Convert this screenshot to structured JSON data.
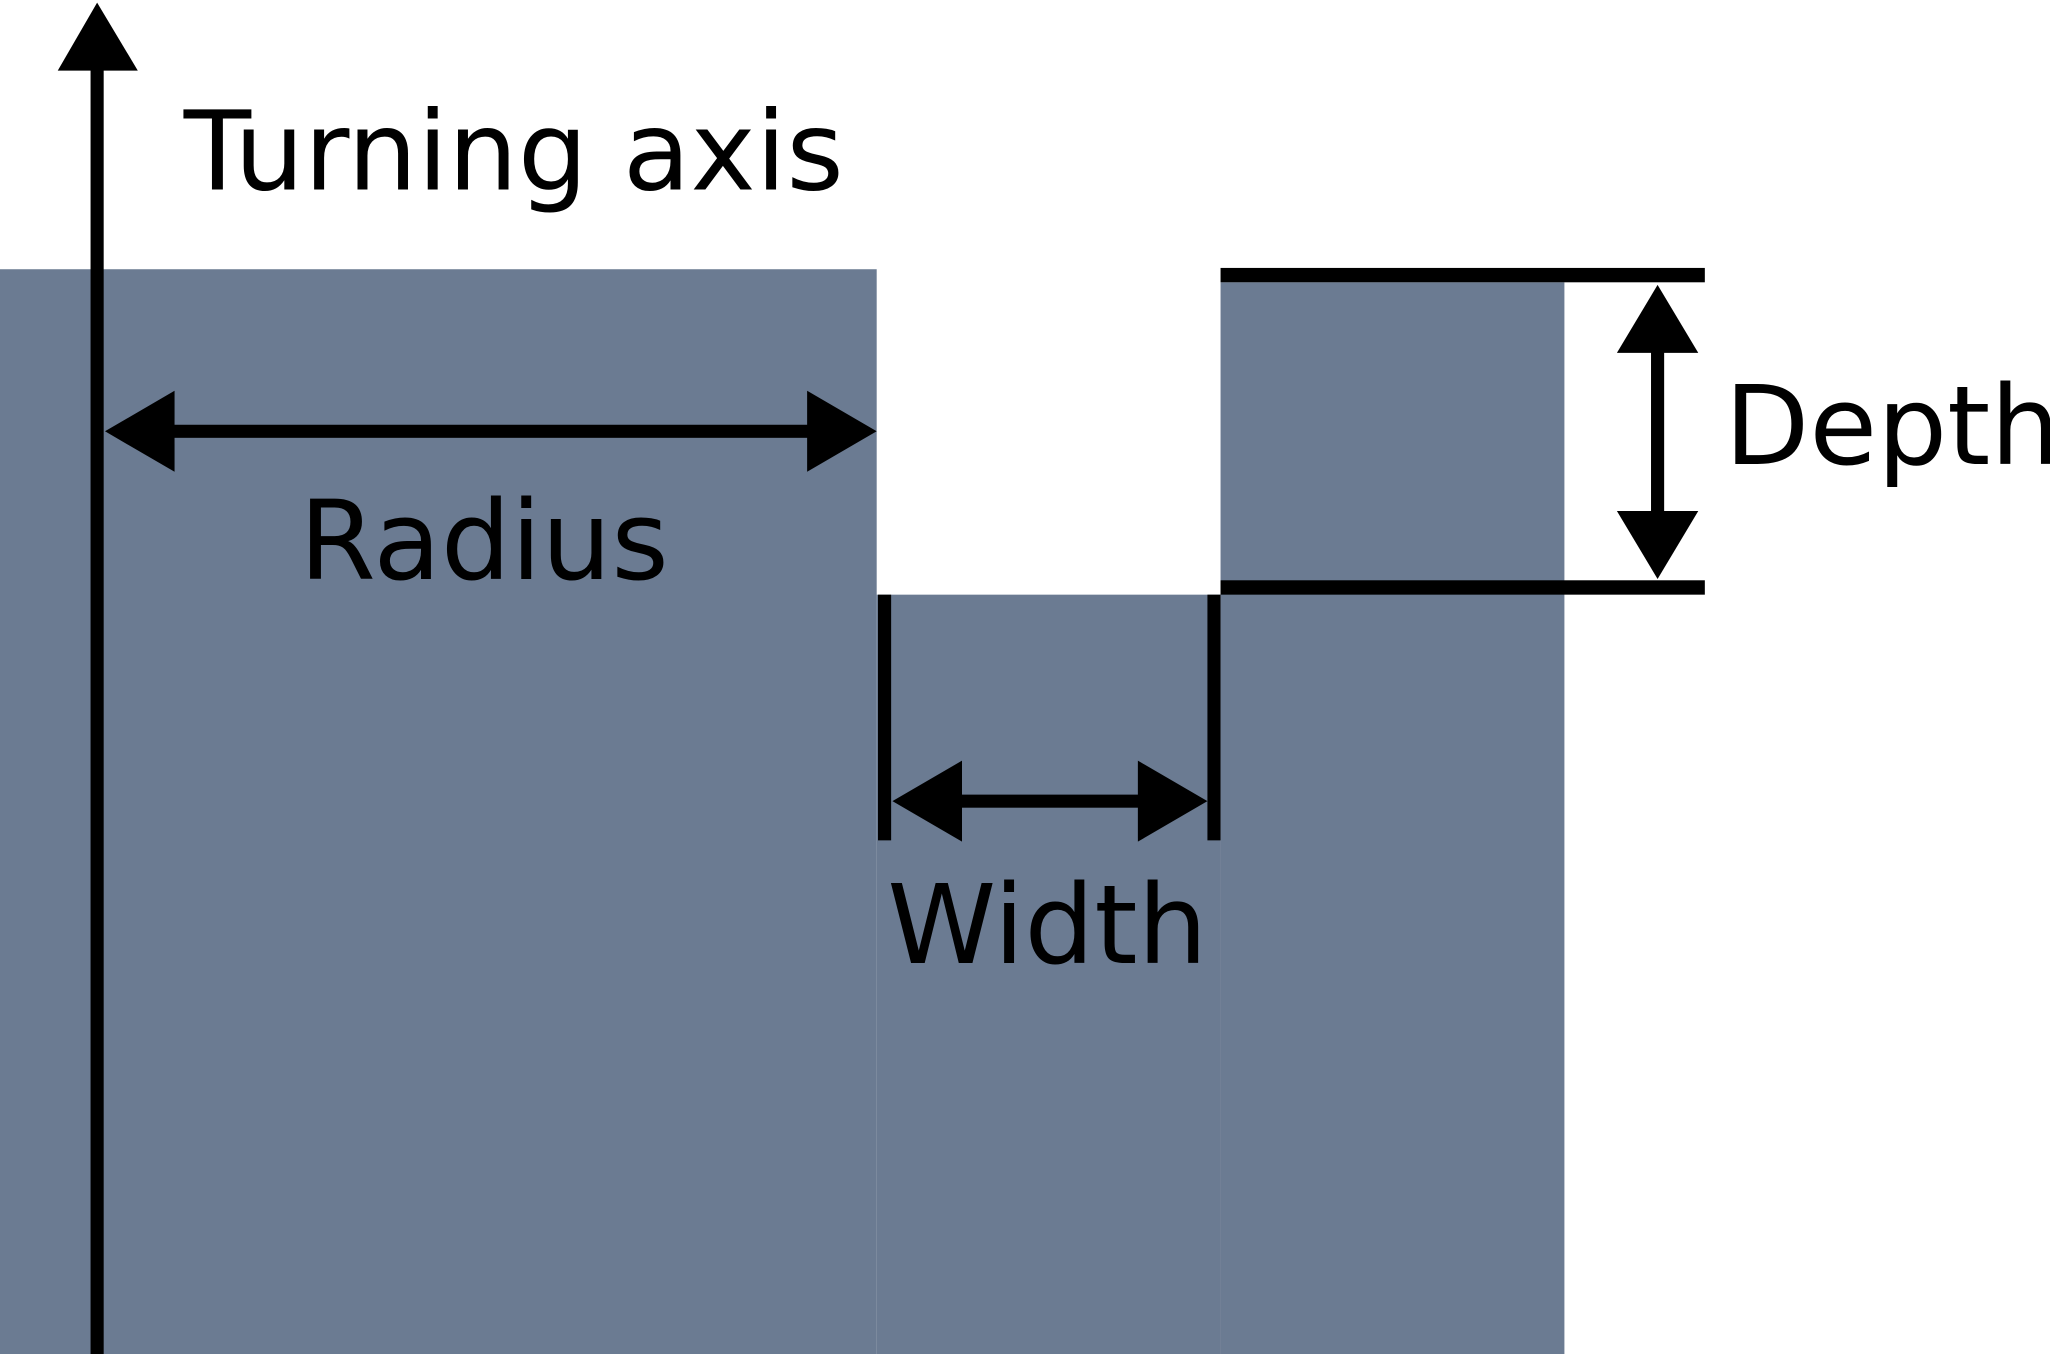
{
  "diagram": {
    "labels": {
      "turning_axis": "Turning axis",
      "radius": "Radius",
      "width": "Width",
      "depth": "Depth"
    },
    "colors": {
      "material": "#6b7b92",
      "lines": "#000000",
      "background": "#ffffff"
    }
  }
}
